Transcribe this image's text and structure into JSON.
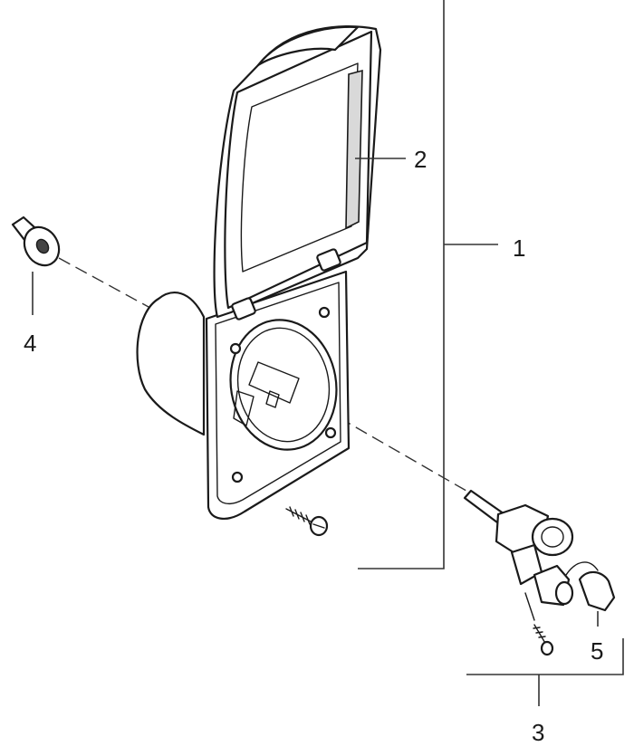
{
  "callouts": {
    "c1": "1",
    "c2": "2",
    "c3": "3",
    "c4": "4",
    "c5": "5"
  },
  "colors": {
    "line": "#1a1a1a",
    "fill": "#ffffff",
    "shade": "#d9d9d9"
  }
}
